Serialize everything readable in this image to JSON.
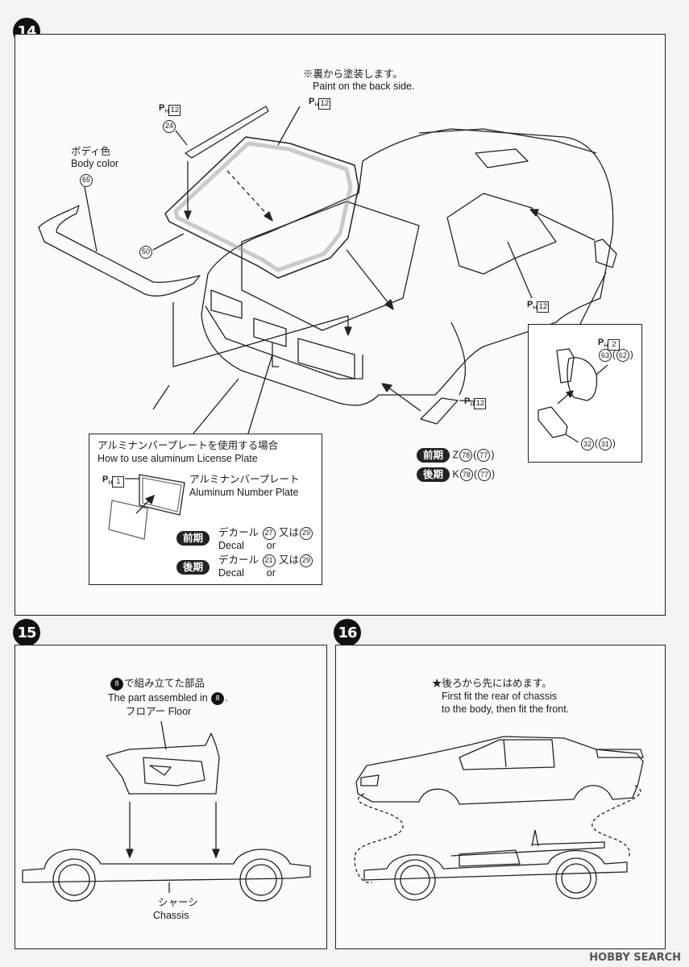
{
  "step14": {
    "number": "14",
    "note_jp": "※裏から塗装します。",
    "note_en": "Paint on the back side.",
    "wing": {
      "label_jp": "ボディ色",
      "label_en": "Body color",
      "part": "65"
    },
    "wiper": {
      "paint": "12",
      "part": "24"
    },
    "window": {
      "paint": "12",
      "part": "50"
    },
    "side_window": {
      "paint": "12"
    },
    "side_marker": {
      "paint": "12"
    },
    "mirror": {
      "paint": "2",
      "part": "63",
      "part_alt": "62",
      "lens": "32",
      "lens_alt": "31"
    },
    "marker_variants": [
      {
        "tag": "前期",
        "prefix": "Z",
        "part": "78",
        "alt": "77"
      },
      {
        "tag": "後期",
        "prefix": "K",
        "part": "78",
        "alt": "77"
      }
    ],
    "plate_box": {
      "title_jp": "アルミナンバープレートを使用する場合",
      "title_en": "How to use aluminum License Plate",
      "paint": "1",
      "plate_jp": "アルミナンバープレート",
      "plate_en": "Aluminum Number Plate",
      "decal_jp": "デカール",
      "decal_en": "Decal",
      "or_jp": "又は",
      "or_en": "or",
      "early": {
        "tag": "前期",
        "a": "27",
        "b": "29"
      },
      "late": {
        "tag": "後期",
        "a": "21",
        "b": "29"
      }
    }
  },
  "step15": {
    "number": "15",
    "assembled_ref": "8",
    "line1_jp": "で組み立てた部品",
    "line2_en": "The part assembled in",
    "floor_label": "フロアー Floor",
    "chassis_jp": "シャーシ",
    "chassis_en": "Chassis"
  },
  "step16": {
    "number": "16",
    "note_jp": "★後ろから先にはめます。",
    "note_en_1": "First fit the rear of chassis",
    "note_en_2": "to the body, then fit the front."
  },
  "watermark": "HOBBY SEARCH",
  "paint_prefix": "P",
  "paint_sub": "H"
}
